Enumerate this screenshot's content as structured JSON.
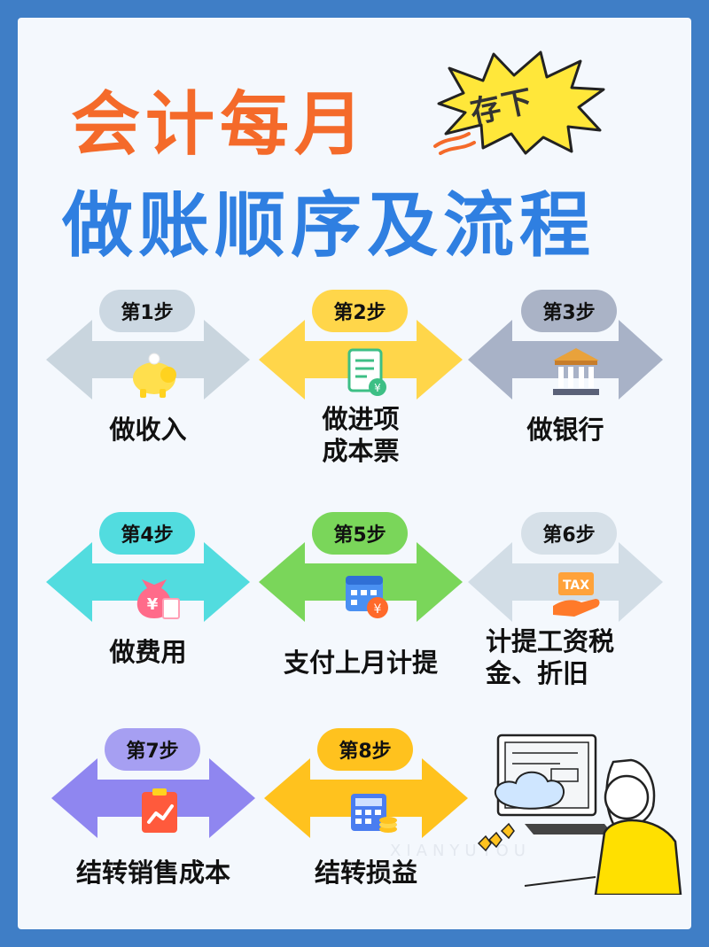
{
  "header": {
    "title_line1": "会计每月",
    "title_line2": "做账顺序及流程",
    "badge": "存下"
  },
  "steps": [
    {
      "tag": "第1步",
      "label": "做收入",
      "color": "#c9d5de",
      "pill": "#ccd8e2",
      "icon": "piggy-bank-icon"
    },
    {
      "tag": "第2步",
      "label": "做进项\n成本票",
      "color": "#ffd64a",
      "pill": "#ffd64a",
      "icon": "invoice-icon"
    },
    {
      "tag": "第3步",
      "label": "做银行",
      "color": "#a8b2c7",
      "pill": "#aab3c6",
      "icon": "bank-icon"
    },
    {
      "tag": "第4步",
      "label": "做费用",
      "color": "#52dcdf",
      "pill": "#52dcdf",
      "icon": "money-bag-icon"
    },
    {
      "tag": "第5步",
      "label": "支付上月计提",
      "color": "#7ad65a",
      "pill": "#7ad65a",
      "icon": "calendar-payment-icon"
    },
    {
      "tag": "第6步",
      "label": "计提工资税\n金、折旧",
      "color": "#d2dde6",
      "pill": "#d6e0e8",
      "icon": "tax-hand-icon"
    },
    {
      "tag": "第7步",
      "label": "结转销售成本",
      "color": "#8f86f0",
      "pill": "#a69ff2",
      "icon": "chart-clipboard-icon"
    },
    {
      "tag": "第8步",
      "label": "结转损益",
      "color": "#ffc21e",
      "pill": "#ffc21e",
      "icon": "calculator-coins-icon"
    }
  ],
  "watermark": "XIANYUYOU"
}
